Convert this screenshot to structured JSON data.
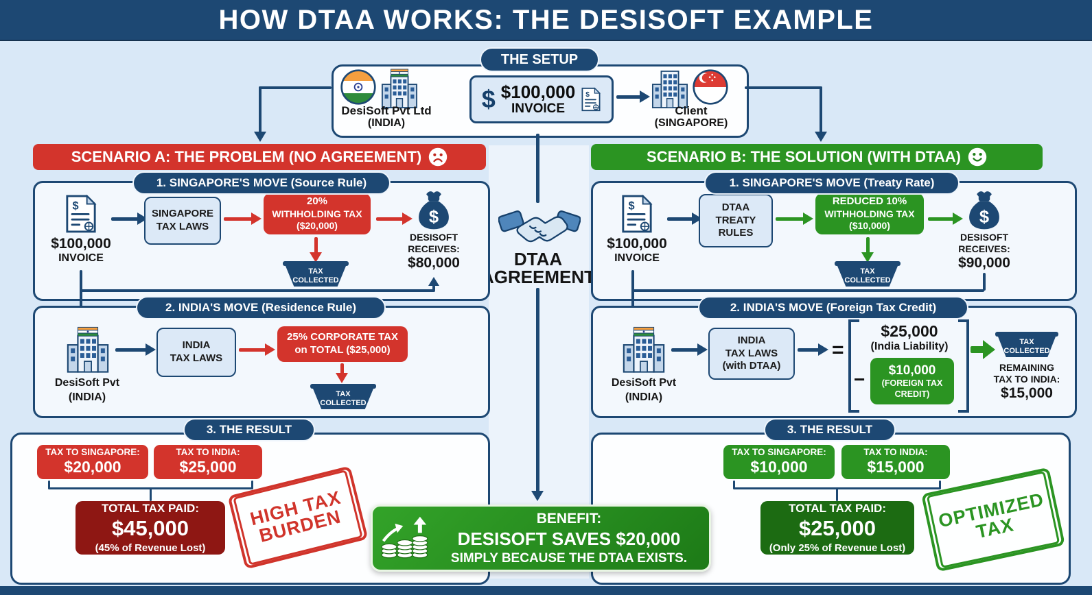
{
  "title": "HOW DTAA WORKS: THE DESISOFT EXAMPLE",
  "colors": {
    "dark_blue": "#1d4873",
    "canvas_light_blue": "#d9e8f7",
    "red": "#d3342c",
    "dark_red": "#8e1713",
    "green": "#2b9422",
    "dark_green": "#1c6b12"
  },
  "setup": {
    "badge": "THE SETUP",
    "company_name": "DesiSoft Pvt Ltd",
    "company_country": "(INDIA)",
    "dollar_sign": "$",
    "invoice_amount": "$100,000",
    "invoice_label": "INVOICE",
    "client_name": "Client",
    "client_country": "(SINGAPORE)"
  },
  "agreement": {
    "line1": "DTAA",
    "line2": "AGREEMENT"
  },
  "scenario_a": {
    "header": "SCENARIO A: THE PROBLEM (NO AGREEMENT)",
    "step1": {
      "badge": "1. SINGAPORE'S MOVE (Source Rule)",
      "invoice_amount": "$100,000",
      "invoice_label": "INVOICE",
      "law_line1": "SINGAPORE",
      "law_line2": "TAX LAWS",
      "tax_line1": "20%",
      "tax_line2": "WITHHOLDING TAX",
      "tax_line3": "($20,000)",
      "collected_line1": "TAX",
      "collected_line2": "COLLECTED",
      "receives_line1": "DESISOFT",
      "receives_line2": "RECEIVES:",
      "receives_amount": "$80,000"
    },
    "step2": {
      "badge": "2. INDIA'S MOVE (Residence Rule)",
      "company_line1": "DesiSoft Pvt",
      "company_line2": "(INDIA)",
      "law_line1": "INDIA",
      "law_line2": "TAX LAWS",
      "tax_line1": "25% CORPORATE TAX",
      "tax_line2": "on TOTAL ($25,000)",
      "collected_line1": "TAX",
      "collected_line2": "COLLECTED"
    },
    "result": {
      "badge": "3. THE RESULT",
      "singapore_label": "TAX TO SINGAPORE:",
      "singapore_value": "$20,000",
      "india_label": "TAX TO INDIA:",
      "india_value": "$25,000",
      "total_label": "TOTAL TAX PAID:",
      "total_value": "$45,000",
      "total_note": "(45% of Revenue Lost)",
      "stamp_line1": "HIGH TAX",
      "stamp_line2": "BURDEN"
    }
  },
  "scenario_b": {
    "header": "SCENARIO B: THE SOLUTION (WITH DTAA)",
    "step1": {
      "badge": "1. SINGAPORE'S MOVE (Treaty Rate)",
      "invoice_amount": "$100,000",
      "invoice_label": "INVOICE",
      "law_line1": "DTAA",
      "law_line2": "TREATY",
      "law_line3": "RULES",
      "tax_line1": "REDUCED 10%",
      "tax_line2": "WITHHOLDING TAX",
      "tax_line3": "($10,000)",
      "collected_line1": "TAX",
      "collected_line2": "COLLECTED",
      "receives_line1": "DESISOFT",
      "receives_line2": "RECEIVES:",
      "receives_amount": "$90,000"
    },
    "step2": {
      "badge": "2. INDIA'S MOVE (Foreign Tax Credit)",
      "company_line1": "DesiSoft Pvt",
      "company_line2": "(INDIA)",
      "law_line1": "INDIA",
      "law_line2": "TAX LAWS",
      "law_line3": "(with DTAA)",
      "equals_sign": "=",
      "liability_value": "$25,000",
      "liability_note": "(India Liability)",
      "minus_sign": "−",
      "credit_value": "$10,000",
      "credit_note1": "(FOREIGN TAX",
      "credit_note2": "CREDIT)",
      "collected_line1": "TAX",
      "collected_line2": "COLLECTED",
      "remaining_line1": "REMAINING",
      "remaining_line2": "TAX TO INDIA:",
      "remaining_value": "$15,000"
    },
    "result": {
      "badge": "3. THE RESULT",
      "singapore_label": "TAX TO SINGAPORE:",
      "singapore_value": "$10,000",
      "india_label": "TAX TO INDIA:",
      "india_value": "$15,000",
      "total_label": "TOTAL TAX PAID:",
      "total_value": "$25,000",
      "total_note": "(Only 25% of Revenue Lost)",
      "stamp_line1": "OPTIMIZED",
      "stamp_line2": "TAX"
    }
  },
  "benefit": {
    "line1": "BENEFIT:",
    "line2": "DESISOFT SAVES $20,000",
    "line3": "SIMPLY BECAUSE THE DTAA EXISTS."
  }
}
